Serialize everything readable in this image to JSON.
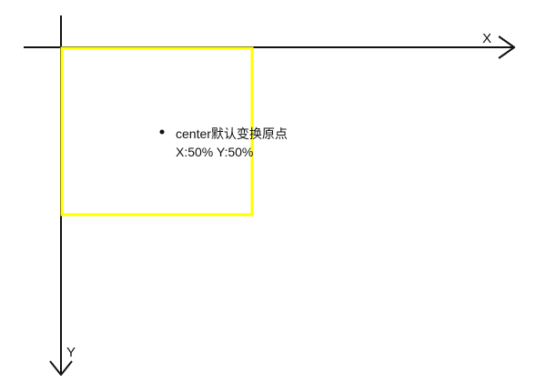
{
  "diagram": {
    "x_axis_label": "X",
    "y_axis_label": "Y",
    "annotation": {
      "line1": "center默认变换原点",
      "line2": "X:50% Y:50%"
    }
  },
  "colors": {
    "axis": "#111111",
    "box_border": "#ffff00",
    "background": "#ffffff",
    "text": "#111111"
  }
}
